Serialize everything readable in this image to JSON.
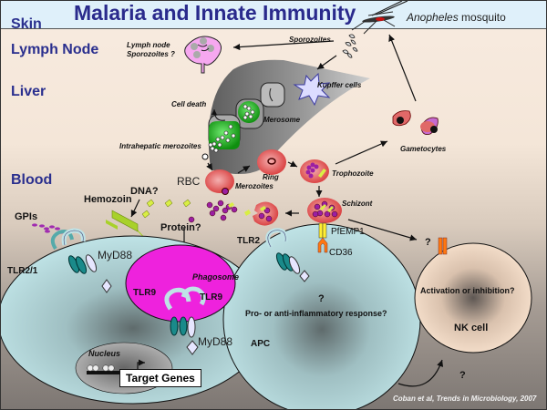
{
  "title": "Malaria and Innate Immunity",
  "vector": {
    "name_italic": "Anopheles",
    "name_suffix": " mosquito"
  },
  "regions": {
    "skin": "Skin",
    "lymph_node": "Lymph Node",
    "liver": "Liver",
    "blood": "Blood"
  },
  "liver_stage": {
    "lymph_node_sporozoites_line1": "Lymph node",
    "lymph_node_sporozoites_line2": "Sporozoites ?",
    "sporozoites": "Sporozoites",
    "kupffer_cells": "Kupffer cells",
    "cell_death": "Cell death",
    "merosome": "Merosome",
    "intrahepatic_merozoites": "Intrahepatic merozoites"
  },
  "blood_stage": {
    "rbc": "RBC",
    "ring": "Ring",
    "merozoites": "Merozoites",
    "trophozoite": "Trophozoite",
    "schizont": "Schizont",
    "gametocytes": "Gametocytes"
  },
  "ligands": {
    "dna": "DNA?",
    "hemozoin": "Hemozoin",
    "gpis": "GPIs",
    "protein": "Protein?",
    "pfemp1": "PfEMP1"
  },
  "receptors": {
    "tlr21": "TLR2/1",
    "tlr2": "TLR2",
    "tlr9_left": "TLR9",
    "tlr9_right": "TLR9",
    "myd88_top": "MyD88",
    "myd88_bottom": "MyD88",
    "cd36": "CD36"
  },
  "cells": {
    "phagosome": "Phagosome",
    "nucleus": "Nucleus",
    "target_genes": "Target Genes",
    "apc": "APC",
    "nk_cell": "NK cell",
    "apc_question": "?",
    "apc_response": "Pro- or anti-inflammatory response?",
    "nk_question": "Activation or inhibition?",
    "nk_receptor_question": "?",
    "bottom_question": "?"
  },
  "citation": "Coban et al, Trends in Microbiology, 2007",
  "colors": {
    "title": "#2a2a8c",
    "region_label": "#2a2f8e",
    "rbc": "#e05a5a",
    "merozoite": "#9b1fa3",
    "hemozoin": "#a8d12a",
    "liver": "#7a7a7a",
    "green_cell": "#1fa81f",
    "phagosome": "#ee22dd",
    "apc_cell": "#b7dfe2",
    "receptor": "#1a8a8a",
    "nk_cell": "#f6dcc4",
    "pfemp1": "#ffee33",
    "cd36": "#ff7711"
  }
}
